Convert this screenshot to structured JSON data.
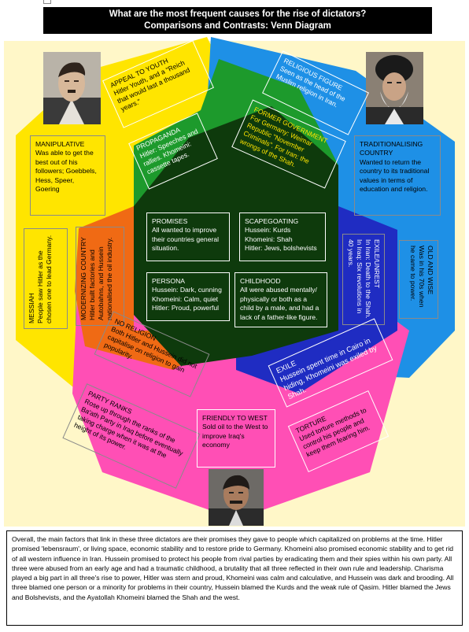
{
  "header": {
    "title_line1": "What are the most frequent causes for the rise of dictators?",
    "title_line2": "Comparisons and Contrasts: Venn Diagram"
  },
  "colors": {
    "background": "#FFF7C8",
    "hitler_yellow": "#FFE500",
    "khomeini_blue": "#1E90E6",
    "hussein_magenta": "#FF4FB5",
    "yellow_blue_green": "#1D9A2C",
    "yellow_magenta_orange": "#F06A14",
    "blue_magenta_darkblue": "#1F2CC2",
    "center": "#0E3A0C"
  },
  "photos": [
    {
      "name": "hitler-portrait"
    },
    {
      "name": "khomeini-portrait"
    },
    {
      "name": "hussein-portrait"
    }
  ],
  "boxes": {
    "appeal_to_youth": {
      "heading": "APPEAL TO YOUTH",
      "text": "Hitler Youth, and a \"Reich that would last a thousand years.\""
    },
    "religious_figure": {
      "heading": "RELIGIOUS FIGURE",
      "text": "Seen as the head of the Muslim religion in Iran."
    },
    "propaganda": {
      "heading": "PROPAGANDA",
      "text": "Hitler: Speeches and rallies. Khomeini: cassette tapes."
    },
    "former_government": {
      "heading": "FORMER GOVERNMENT",
      "text": "For Germany: Weimar Republic \"November Criminals\". For Iran: the wrongs of the Shah."
    },
    "manipulative": {
      "heading": "MANIPULATIVE",
      "text": "Was able to get the best out of his followers; Goebbels, Hess, Speer, Goering"
    },
    "traditionalising": {
      "heading": "TRADITIONALISING COUNTRY",
      "text": "Wanted to return the country to its traditional values in terms of education and religion."
    },
    "promises": {
      "heading": "PROMISES",
      "text": "All wanted to improve their countries general situation."
    },
    "scapegoating": {
      "heading": "SCAPEGOATING",
      "lines": [
        "Hussein: Kurds",
        "Khomeini: Shah",
        "Hitler: Jews, bolshevists"
      ]
    },
    "persona": {
      "heading": "PERSONA",
      "lines": [
        "Hussein: Dark, cunning",
        "Khomeini: Calm, quiet",
        "Hitler: Proud, powerful"
      ]
    },
    "childhood": {
      "heading": "CHILDHOOD",
      "text": "All were abused mentally/ physically or both as a child by a male, and had a lack of a father-like figure."
    },
    "messiah": {
      "heading": "MESSIAH",
      "text": "People saw Hitler as the chosen one to lead Germany."
    },
    "modernizing": {
      "heading": "MODERNIZING COUNTRY",
      "text": "Hitler built factories and Autobahns, and Hussein nationalised the oil industry."
    },
    "exile_unrest": {
      "heading": "EXILE/UNREST",
      "text": "In Iran: Death to the Shah. In Iraq: Six revolutions in 40 years."
    },
    "old_and_wise": {
      "heading": "OLD AND WISE",
      "text": "Was in his 70s when he came to power."
    },
    "no_religion": {
      "heading": "NO RELIGION",
      "text": "Both Hitler and Hussein did not capitalise on religion to gain popularity."
    },
    "exile": {
      "heading": "EXILE",
      "text": "Hussein spent time in Cairo in hiding, Khomeini was exiled by Shah."
    },
    "party_ranks": {
      "heading": "PARTY RANKS",
      "text": "Rose up through the ranks of the Ba'ath Party in Iraq before eventually taking charge when it was at the height of its power."
    },
    "friendly_to_west": {
      "heading": "FRIENDLY TO WEST",
      "text": "Sold oil to the West to improve Iraq's economy"
    },
    "torture": {
      "heading": "TORTURE",
      "text": "Used torture methods to control his people and keep them fearing him."
    }
  },
  "summary": "Overall, the main factors that link in these three dictators are their promises they gave to people which capitalized on problems at the time. Hitler promised 'lebensraum', or living space, economic stability and to restore pride to Germany. Khomeini also promised economic stability and to get rid of all western influence in Iran. Hussein promised to protect his people from rival parties by eradicating them and their spies within his own party. All three were abused from an early age and had a traumatic childhood, a brutality that all three reflected in their own rule and leadership. Charisma played a big part in all three's rise to power, Hitler was stern and proud, Khomeini was calm and calculative, and Hussein was dark and brooding. All three blamed one person or a minority for problems in their country, Hussein blamed the Kurds and the weak rule of Qasim. Hitler blamed the Jews and Bolshevists, and the Ayatollah Khomeini blamed the Shah and the west."
}
